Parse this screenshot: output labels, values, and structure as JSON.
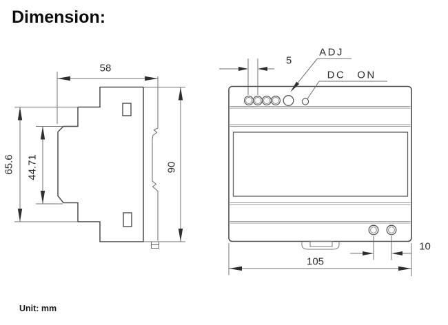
{
  "title": "Dimension:",
  "unit_note": "Unit: mm",
  "side_view": {
    "depth": "58",
    "front_height": "65.6",
    "recess_height": "44.71",
    "overall_height": "90"
  },
  "front_view": {
    "terminal_pitch": "5",
    "adj_label": "ADJ",
    "dc_label": "DC",
    "on_label": "ON",
    "overall_width": "105",
    "terminal_spacing": "10"
  }
}
